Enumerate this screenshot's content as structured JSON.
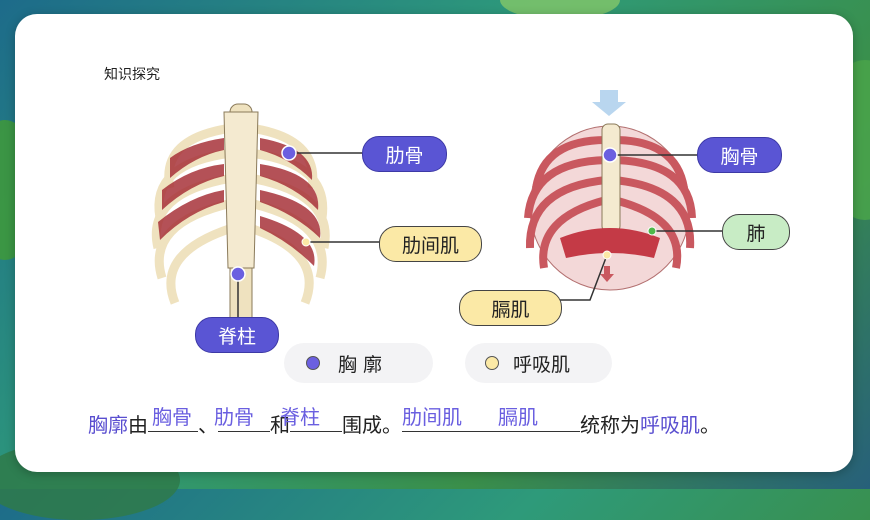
{
  "section_title": "知识探究",
  "labels": {
    "rib": "肋骨",
    "intercostal": "肋间肌",
    "spine": "脊柱",
    "sternum": "胸骨",
    "lung": "肺",
    "diaphragm": "膈肌"
  },
  "legend": {
    "thorax": "胸 廓",
    "respiratory_muscle": "呼吸肌"
  },
  "sentence": {
    "subject": "胸廓",
    "you": "由",
    "blank1": "胸骨",
    "sep1": "、",
    "blank2": "肋骨",
    "and": "和",
    "blank3": "脊柱",
    "formed": "围成。",
    "blank4": "肋间肌",
    "blank5": "膈肌",
    "collective": "统称为",
    "term": "呼吸肌",
    "end": "。"
  },
  "colors": {
    "purple": "#5a55d4",
    "yellow": "#fbe9a6",
    "green": "#c8ecc5",
    "answer": "#6a5fe0"
  }
}
